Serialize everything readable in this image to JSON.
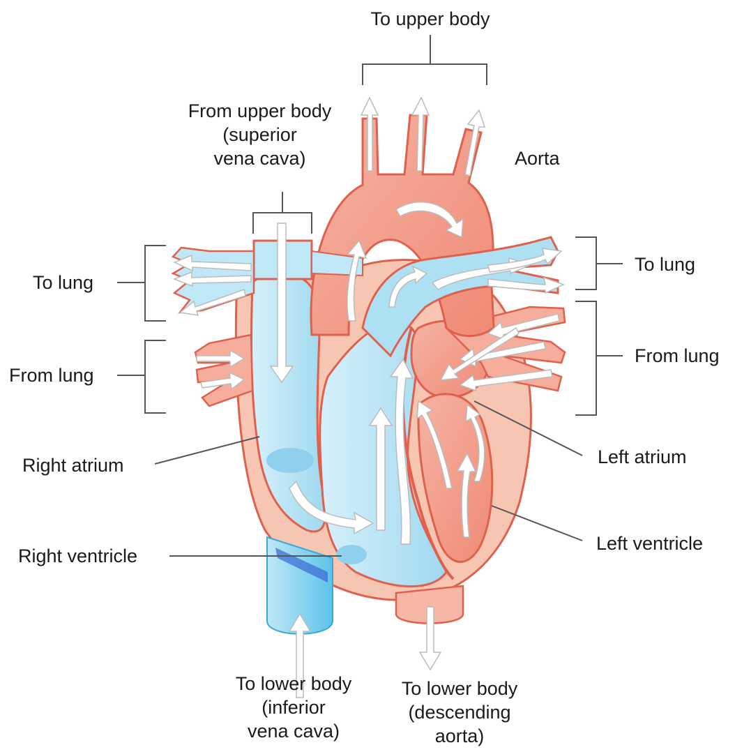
{
  "labels": {
    "to_upper_body": "To upper body",
    "from_upper_body": [
      "From upper body",
      "(superior",
      "vena cava)"
    ],
    "aorta": "Aorta",
    "to_lung_left": "To lung",
    "to_lung_right": "To lung",
    "from_lung_left": "From lung",
    "from_lung_right": "From lung",
    "right_atrium": "Right atrium",
    "left_atrium": "Left atrium",
    "right_ventricle": "Right ventricle",
    "left_ventricle": "Left ventricle",
    "to_lower_body_ivc": [
      "To lower body",
      "(inferior",
      "vena cava)"
    ],
    "to_lower_body_aorta": [
      "To lower body",
      "(descending",
      "aorta)"
    ]
  },
  "colors": {
    "oxygenated": "#f4a291",
    "oxygenated_light": "#f9cfc2",
    "oxygenated_outline": "#e0604e",
    "deoxygenated": "#a9def2",
    "deoxygenated_light": "#d9f1fa",
    "deoxygenated_dark": "#3db5e6",
    "muscle": "#f7c8b5",
    "arrow_fill": "#ffffff",
    "leader_line": "#555555"
  }
}
